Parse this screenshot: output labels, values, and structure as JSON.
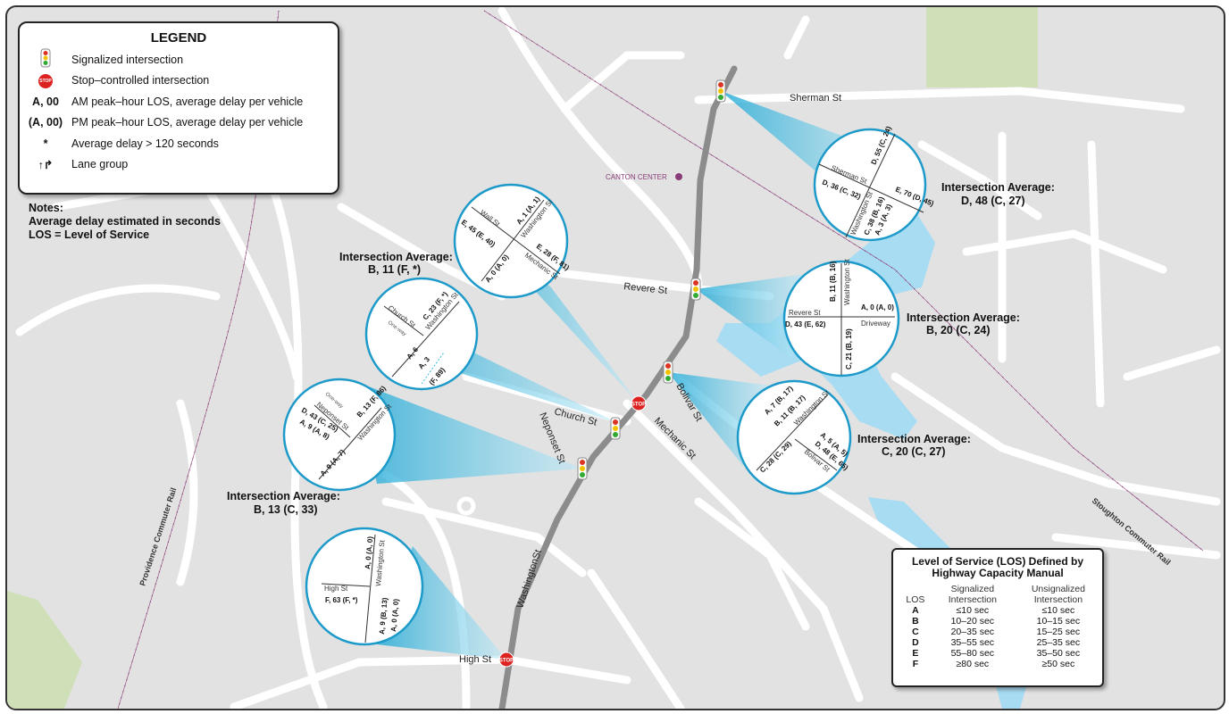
{
  "legend": {
    "title": "LEGEND",
    "items": [
      {
        "icon": "traffic-signal-icon",
        "symbol": "",
        "label": "Signalized intersection"
      },
      {
        "icon": "stop-sign-icon",
        "symbol": "STOP",
        "label": "Stop–controlled intersection"
      },
      {
        "icon": "",
        "symbol": "A, 00",
        "label": "AM peak–hour LOS, average delay per vehicle"
      },
      {
        "icon": "",
        "symbol": "(A, 00)",
        "label": "PM peak–hour LOS, average delay per vehicle"
      },
      {
        "icon": "",
        "symbol": "*",
        "label": "Average delay > 120 seconds"
      },
      {
        "icon": "lane-group-arrows-icon",
        "symbol": "",
        "label": "Lane group"
      }
    ]
  },
  "notes": {
    "title": "Notes:",
    "lines": [
      "Average delay estimated in seconds",
      "LOS = Level of Service"
    ]
  },
  "streets": {
    "sherman": "Sherman St",
    "revere": "Revere St",
    "church": "Church St",
    "mechanic": "Mechanic St",
    "bolivar": "Bolivar St",
    "neponset": "Neponset St",
    "high": "High St",
    "washington": "WashingtonSt",
    "canton_center": "CANTON CENTER",
    "providence_rail": "Providence Commuter Rail",
    "stoughton_rail": "Stoughton Commuter Rail"
  },
  "intersections": {
    "sherman": {
      "avg_label": "Intersection Average:",
      "avg_value": "D, 48 (C, 27)",
      "street_a": "Sherman St",
      "street_b": "Washington St",
      "m": [
        "D, 55 (C, 24)",
        "D, 36 (C, 32)",
        "E, 70 (D, 45)",
        "C, 38 (B, 16)",
        "A, 3 (A, 3)"
      ]
    },
    "wall": {
      "avg_label": "Intersection Average:",
      "avg_value": "B, 11 (F, *)",
      "street_a": "Wall St",
      "street_b": "Washington St",
      "street_c": "Mechanic St",
      "m": [
        "A, 1 (A, 1)",
        "E, 45 (E, 40)",
        "E, 28 (F, 81)",
        "A, 0 (A, 0)"
      ]
    },
    "church": {
      "street_a": "Church St",
      "street_b": "Washington St",
      "one_way": "One-way",
      "m": [
        "C, 23 (F, *)",
        "A, 6",
        "A, 3",
        "(F, 89)"
      ]
    },
    "neponset": {
      "avg_label": "Intersection Average:",
      "avg_value": "B, 13 (C, 33)",
      "street_a": "Neponset St",
      "street_b": "Washington St",
      "one_way": "One-way",
      "m": [
        "B, 13 (F, 86)",
        "D, 43 (C, 25)",
        "A, 9 (A, 8)",
        "A, 9 (A, 7)"
      ]
    },
    "high": {
      "street_a": "High St",
      "street_b": "Washington St",
      "m": [
        "A, 0 (A, 0)",
        "F, 63 (F, *)",
        "A, 9 (B, 13)",
        "A, 0 (A, 0)"
      ]
    },
    "revere": {
      "avg_label": "Intersection Average:",
      "avg_value": "B, 20 (C, 24)",
      "street_a": "Revere St",
      "street_b": "Washington St",
      "street_c": "Driveway",
      "m": [
        "B, 11 (B, 16)",
        "A, 0 (A, 0)",
        "D, 43  (E, 62)",
        "C, 21 (B, 19)"
      ]
    },
    "bolivar": {
      "avg_label": "Intersection Average:",
      "avg_value": "C, 20 (C, 27)",
      "street_a": "Bolivar St",
      "street_b": "Washington St",
      "m": [
        "A, 7 (B, 17)",
        "B, 11 (B, 17)",
        "A, 5 (A, 5)",
        "D, 48 (E, 65)",
        "C, 28 (C, 29)"
      ]
    }
  },
  "los_table": {
    "title_line1": "Level of Service (LOS) Defined by",
    "title_line2": "Highway Capacity Manual",
    "col_los": "LOS",
    "col_sig_1": "Signalized",
    "col_sig_2": "Intersection",
    "col_unsig_1": "Unsignalized",
    "col_unsig_2": "Intersection",
    "rows": [
      {
        "los": "A",
        "sig": "≤10 sec",
        "unsig": "≤10 sec"
      },
      {
        "los": "B",
        "sig": "10–20 sec",
        "unsig": "10–15 sec"
      },
      {
        "los": "C",
        "sig": "20–35 sec",
        "unsig": "15–25 sec"
      },
      {
        "los": "D",
        "sig": "35–55 sec",
        "unsig": "25–35 sec"
      },
      {
        "los": "E",
        "sig": "55–80 sec",
        "unsig": "35–50 sec"
      },
      {
        "los": "F",
        "sig": "≥80 sec",
        "unsig": "≥50 sec"
      }
    ]
  },
  "colors": {
    "background": "#e2e2e2",
    "road": "#ffffff",
    "main_road": "#8c8c8c",
    "water": "#a8dcf3",
    "park": "#cfe0b9",
    "beam": "#1fa9d6",
    "rail": "#8a3c78",
    "circle_border": "#1d9ac9"
  }
}
